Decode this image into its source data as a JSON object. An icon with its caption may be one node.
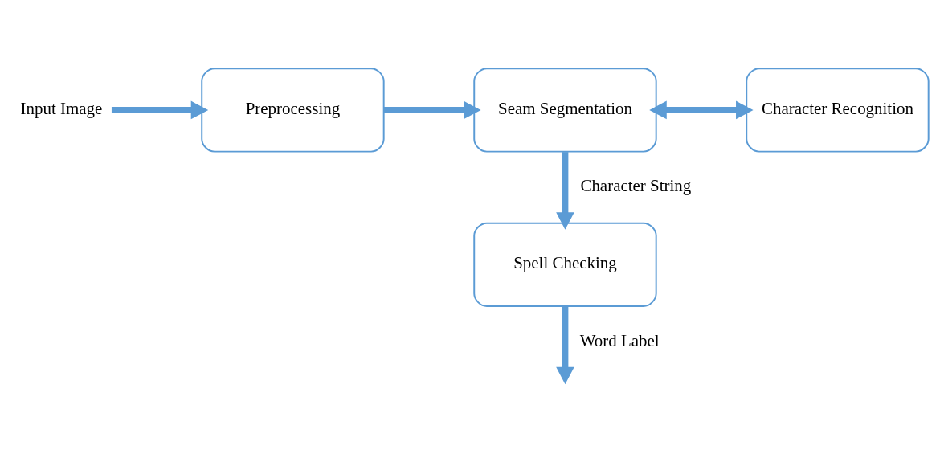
{
  "diagram": {
    "nodes": [
      {
        "text": [
          "Input Image"
        ]
      },
      {
        "text": [
          "Preprocessing"
        ]
      },
      {
        "text": [
          "Seam Segmentation"
        ]
      },
      {
        "text": [
          "Character Recognition"
        ]
      },
      {
        "text": [
          "Spell Checking"
        ]
      }
    ],
    "edges": [
      {
        "from": 0,
        "to": 1,
        "arrow": "to"
      },
      {
        "from": 1,
        "to": 2,
        "arrow": "to"
      },
      {
        "from": 2,
        "to": 3,
        "arrow": "both"
      },
      {
        "from": 2,
        "to": 4,
        "arrow": "to",
        "label": "Character String"
      },
      {
        "from": 4,
        "to": null,
        "arrow": "to",
        "label": "Word Label"
      }
    ]
  }
}
